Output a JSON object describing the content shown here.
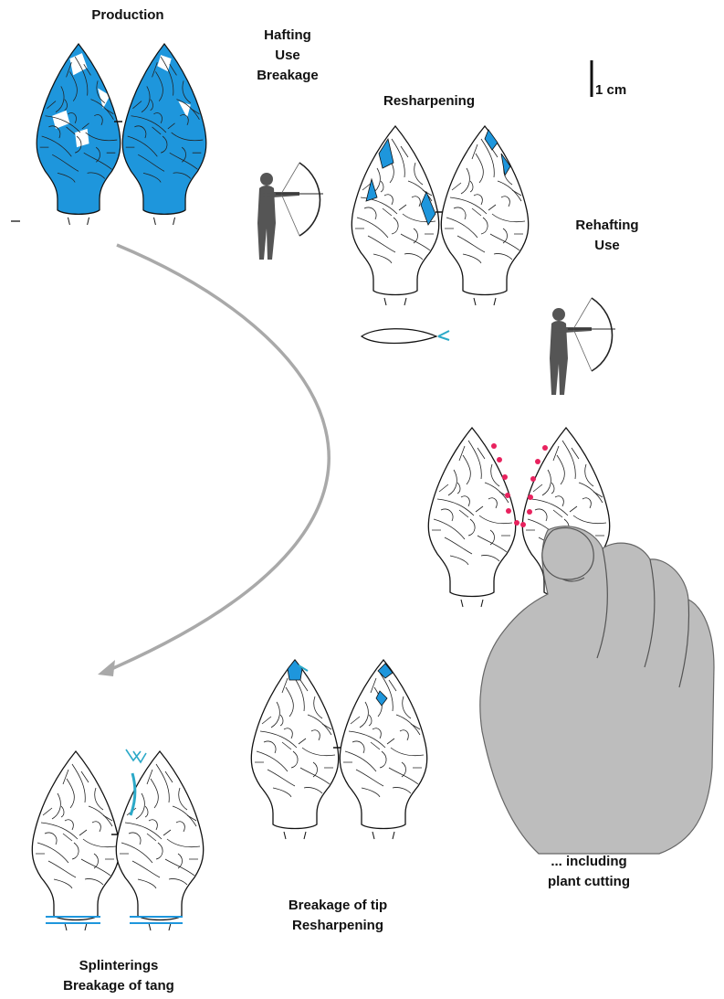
{
  "labels": {
    "production": "Production",
    "hafting": [
      "Hafting",
      "Use",
      "Breakage"
    ],
    "resharpening": "Resharpening",
    "scale": "1 cm",
    "rehafting": [
      "Rehafting",
      "Use"
    ],
    "plant": [
      "... including",
      "plant cutting"
    ],
    "tip": [
      "Breakage of tip",
      "Resharpening"
    ],
    "tang": [
      "Splinterings",
      "Breakage of tang"
    ]
  },
  "colors": {
    "retouch_blue": "#1E96DC",
    "hand_grey": "#BDBDBD",
    "archer_grey": "#555555",
    "use_wear_dots": "#E8225E",
    "arrow_grey": "#A9A9A9",
    "fracture_cyan": "#2BA9C8"
  },
  "icons": {
    "archer": "archer-icon",
    "hand": "hand-icon",
    "arrow": "curved-arrow",
    "scale": "scale-bar"
  }
}
